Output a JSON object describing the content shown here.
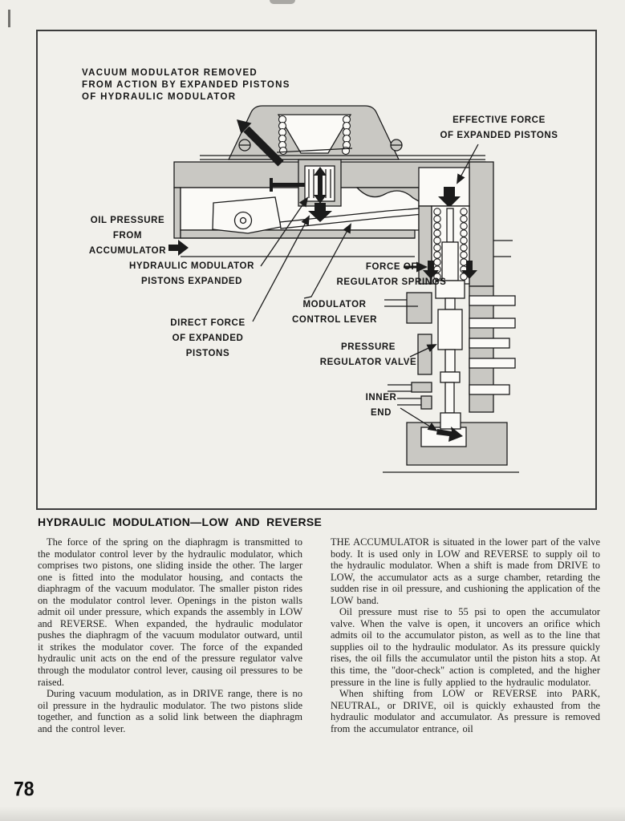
{
  "colors": {
    "paper": "#efeee9",
    "diagram_gray": "#c9c8c3",
    "ink": "#1b1b1b"
  },
  "figure": {
    "labels": {
      "vacuum_modulator": "VACUUM MODULATOR REMOVED\nFROM ACTION BY EXPANDED PISTONS\nOF HYDRAULIC MODULATOR",
      "effective_force": "EFFECTIVE FORCE\nOF EXPANDED PISTONS",
      "oil_pressure": "OIL PRESSURE\nFROM\nACCUMULATOR",
      "pistons_expanded": "HYDRAULIC MODULATOR\nPISTONS EXPANDED",
      "force_of_springs": "FORCE OF\nREGULATOR SPRINGS",
      "control_lever": "MODULATOR\nCONTROL LEVER",
      "direct_force": "DIRECT FORCE\nOF EXPANDED\nPISTONS",
      "pressure_regulator_valve": "PRESSURE\nREGULATOR VALVE",
      "inner_end": "INNER\nEND"
    }
  },
  "section": {
    "heading": "HYDRAULIC MODULATION—LOW AND REVERSE"
  },
  "columns": {
    "left": [
      "The force of the spring on the diaphragm is transmitted to the modulator control lever by the hydraulic modulator, which comprises two pistons, one sliding inside the other. The larger one is fitted into the modulator housing, and contacts the diaphragm of the vacuum modulator. The smaller piston rides on the modulator control lever. Openings in the piston walls admit oil under pressure, which expands the assembly in LOW and REVERSE. When expanded, the hydraulic modulator pushes the diaphragm of the vacuum modulator outward, until it strikes the modulator cover. The force of the expanded hydraulic unit acts on the end of the pressure regulator valve through the modulator control lever, causing oil pressures to be raised.",
      "During vacuum modulation, as in DRIVE range, there is no oil pressure in the hydraulic modulator. The two pistons slide together, and function as a solid link between the diaphragm and the control lever."
    ],
    "right": [
      "THE ACCUMULATOR is situated in the lower part of the valve body. It is used only in LOW and REVERSE to supply oil to the hydraulic modulator. When a shift is made from DRIVE to LOW, the accumulator acts as a surge chamber, retarding the sudden rise in oil pressure, and cushioning the application of the LOW band.",
      "Oil pressure must rise to 55 psi to open the accumulator valve. When the valve is open, it uncovers an orifice which admits oil to the accumulator piston, as well as to the line that supplies oil to the hydraulic modulator. As its pressure quickly rises, the oil fills the accumulator until the piston hits a stop. At this time, the \"door-check\" action is completed, and the higher pressure in the line is fully applied to the hydraulic modulator.",
      "When shifting from LOW or REVERSE into PARK, NEUTRAL, or DRIVE, oil is quickly exhausted from the hydraulic modulator and accumulator. As pressure is removed from the accumulator entrance, oil"
    ]
  },
  "page": {
    "number": "78"
  }
}
